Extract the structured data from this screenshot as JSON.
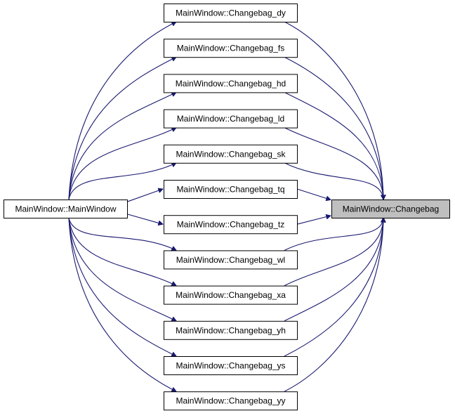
{
  "graph": {
    "colors": {
      "edge": "#191970",
      "node_fill": "#ffffff",
      "node_border": "#000000",
      "target_fill": "#bfbfbf",
      "text": "#000000"
    },
    "caller": {
      "label": "MainWindow::MainWindow"
    },
    "target": {
      "label": "MainWindow::Changebag"
    },
    "middle": [
      {
        "label": "MainWindow::Changebag_dy"
      },
      {
        "label": "MainWindow::Changebag_fs"
      },
      {
        "label": "MainWindow::Changebag_hd"
      },
      {
        "label": "MainWindow::Changebag_ld"
      },
      {
        "label": "MainWindow::Changebag_sk"
      },
      {
        "label": "MainWindow::Changebag_tq"
      },
      {
        "label": "MainWindow::Changebag_tz"
      },
      {
        "label": "MainWindow::Changebag_wl"
      },
      {
        "label": "MainWindow::Changebag_xa"
      },
      {
        "label": "MainWindow::Changebag_yh"
      },
      {
        "label": "MainWindow::Changebag_ys"
      },
      {
        "label": "MainWindow::Changebag_yy"
      }
    ]
  }
}
